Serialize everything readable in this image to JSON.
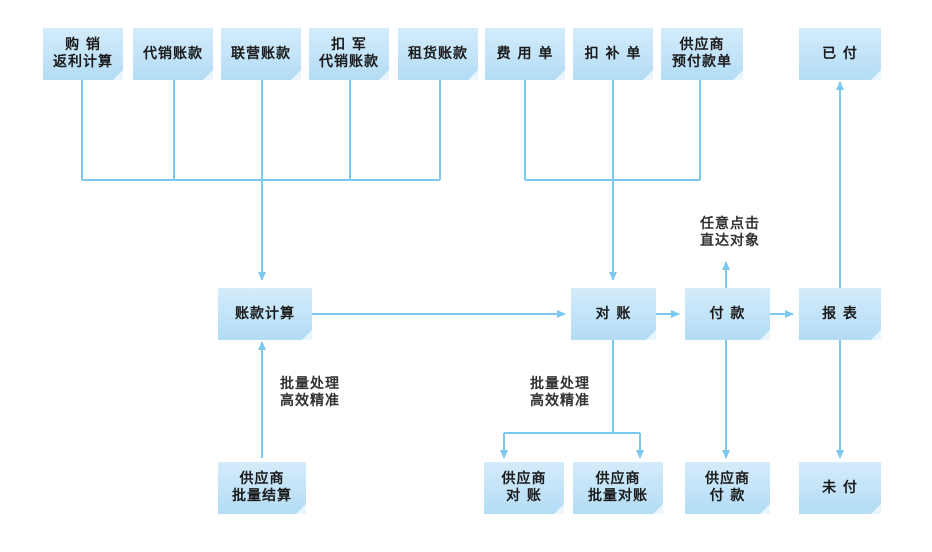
{
  "sources": {
    "purchase_rebate": "购 销\n返利计算",
    "consign_account": "代销账款",
    "joint_account": "联营账款",
    "deduct_consign": "扣 军\n代销账款",
    "rental_account": "租货账款",
    "expense_bill": "费 用 单",
    "supplement_bill": "扣 补 单",
    "prepay_bill": "供应商\n预付款单"
  },
  "process": {
    "account_calc": "账款计算",
    "reconcile": "对 账",
    "payment": "付 款",
    "report": "报 表"
  },
  "outcomes": {
    "paid": "已 付",
    "unpaid": "未 付",
    "supplier_batch_settle": "供应商\n批量结算",
    "supplier_reconcile": "供应商\n对 账",
    "supplier_batch_reconcile": "供应商\n批量对账",
    "supplier_payment": "供应商\n付 款"
  },
  "notes": {
    "batch_left": "批量处理\n高效精准",
    "batch_right": "批量处理\n高效精准",
    "direct_access": "任意点击\n直达对象"
  },
  "colors": {
    "node_fill": "#bfe2f7",
    "line": "#7cc8ee",
    "text": "#1a1a1a"
  }
}
